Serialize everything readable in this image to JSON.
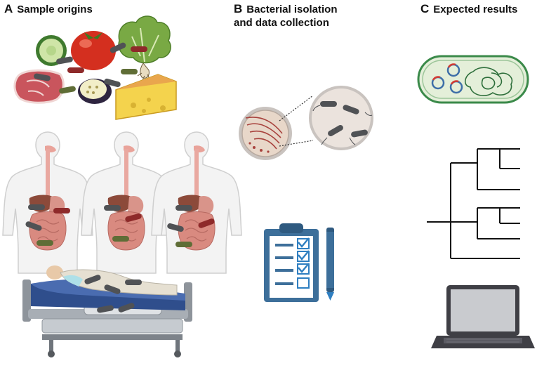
{
  "panels": {
    "a": {
      "letter": "A",
      "title": "Sample origins"
    },
    "b": {
      "letter": "B",
      "title_line1": "Bacterial isolation",
      "title_line2": "and data collection"
    },
    "c": {
      "letter": "C",
      "title": "Expected results"
    }
  },
  "colors": {
    "bacteria_dark": "#505255",
    "bacteria_red": "#8e2a2a",
    "bacteria_olive": "#5f6d36",
    "clipboard_blue": "#3d6f9a",
    "checkmark_blue": "#2f7fc1",
    "petri_tint": "#e8d7c9",
    "body_outline": "#d0d0d0",
    "laptop_dark": "#3f3f45",
    "cell_green": "#2e6f3b"
  },
  "icons": {
    "food": [
      "cucumber-icon",
      "tomato-icon",
      "lettuce-icon",
      "meat-icon",
      "eggplant-icon",
      "cheese-icon"
    ],
    "clinical": [
      "human-body-icon",
      "hospital-bed-icon",
      "patient-icon"
    ],
    "lab": [
      "petri-dish-icon",
      "magnifier-icon",
      "clipboard-checklist-icon",
      "pen-icon"
    ],
    "results": [
      "bacterial-cell-icon",
      "plasmid-icon",
      "phylogenetic-tree-icon",
      "laptop-icon"
    ]
  }
}
